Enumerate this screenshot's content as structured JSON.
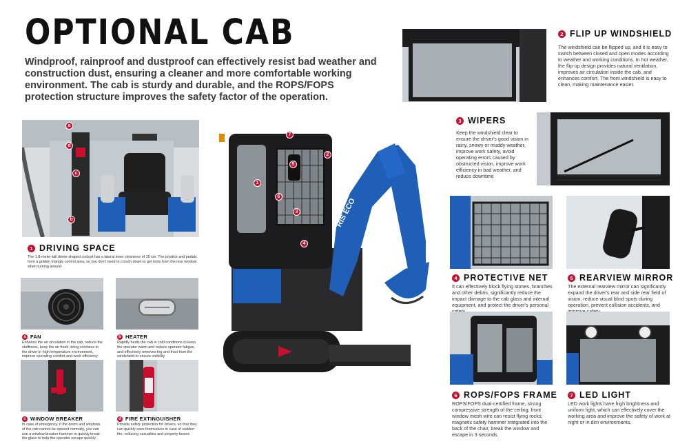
{
  "header": {
    "title": "OPTIONAL  CAB",
    "intro": "Windproof, rainproof and dustproof can effectively resist bad weather and construction dust, ensuring a cleaner and more comfortable working environment. The cab is sturdy and durable, and the ROPS/FOPS protection structure improves the safety factor of the operation."
  },
  "machine": {
    "brand": "RIS ECO"
  },
  "features": {
    "driving_space": {
      "num": "1",
      "title": "DRIVING SPACE",
      "desc": "The 1.8-meter-tall dome-shaped cockpit has a lateral knee clearance of 15 cm. The joystick and pedals form a golden triangle control area, so you don't need to crouch down to get tools from the rear window when turning around.",
      "markers": [
        "a",
        "d",
        "c",
        "b"
      ]
    },
    "flip_up": {
      "num": "2",
      "title": "FLIP UP WINDSHIELD",
      "desc": "The windshield can be flipped up, and it is easy to switch between closed and open modes according to weather and working conditions. In hot weather, the flip-up design provides natural ventilation, improves air circulation inside the cab, and enhances comfort. The front windshield is easy to clean, making maintenance easier."
    },
    "wipers": {
      "num": "3",
      "title": "WIPERS",
      "desc": "Keep the windshield clear to ensure the driver's good vision in rainy, snowy or muddy weather, improve work safety, avoid operating errors caused by obstructed vision, improve work efficiency in bad weather, and reduce downtime"
    },
    "protective_net": {
      "num": "4",
      "title": "PROTECTIVE NET",
      "desc": "It can effectively block flying stones, branches and other debris, significantly reduce the impact damage to the cab glass and internal equipment, and protect the driver's personal safety."
    },
    "rearview": {
      "num": "5",
      "title": "REARVIEW MIRROR",
      "desc": "The external rearview mirror can significantly expand the driver's rear and side rear field of vision, reduce visual blind spots during operation, prevent collision accidents, and improve safety."
    },
    "rops": {
      "num": "6",
      "title": "ROPS/FOPS FRAME",
      "desc": "ROPS/FOPS dual-certified frame, strong compressive strength of the ceiling, front window mesh wire can resist flying rocks; magnetic safety hammer integrated into the back of the chair, break the window and escape in 3 seconds."
    },
    "led": {
      "num": "7",
      "title": "LED LIGHT",
      "desc": "LED work lights have high brightness and uniform light, which can effectively cover the working area and improve the safety of work at night or in dim environments."
    },
    "fan": {
      "num": "a",
      "title": "FAN",
      "desc": "Enhance the air circulation in the cab, reduce the stuffiness, keep the air fresh, bring coolness to the driver in high temperature environment, improve operating comfort and work efficiency"
    },
    "heater": {
      "num": "b",
      "title": "HEATER",
      "desc": "Rapidly heats the cab in cold conditions to keep the operator warm and reduce operator fatigue, and effectively removes fog and frost from the windshield to ensure visibility"
    },
    "window_breaker": {
      "num": "c",
      "title": "WINDOW BREAKER",
      "desc": "In case of emergency, if the doors and windows of the cab cannot be opened normally, you can use a window breaker hammer to quickly break the glass to help the operator escape quickly."
    },
    "extinguisher": {
      "num": "d",
      "title": "FIRE EXTINGUISHER",
      "desc": "Provide safety protection for drivers, so that they can quickly save themselves in case of sudden fire, reducing casualties and property losses"
    }
  },
  "excavator_markers": [
    "7",
    "2",
    "5",
    "1",
    "6",
    "3",
    "4"
  ],
  "colors": {
    "accent_red": "#c8102e",
    "machine_blue": "#1f5fb8",
    "cab_black": "#1c1c1e"
  }
}
